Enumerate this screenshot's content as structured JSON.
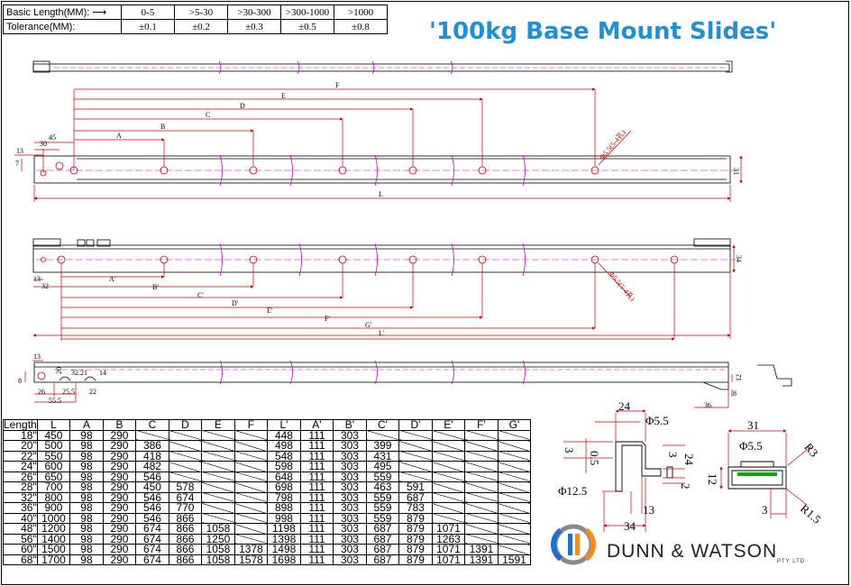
{
  "tolerance_table": {
    "basic_length_label": "Basic Length(MM):",
    "tolerance_label": "Tolerance(MM):",
    "ranges": [
      "0-5",
      ">5-30",
      ">30-300",
      ">300-1000",
      ">1000"
    ],
    "tolerances": [
      "±0.1",
      "±0.2",
      "±0.3",
      "±0.5",
      "±0.8"
    ]
  },
  "title": "'100kg Base Mount Slides'",
  "view1": {
    "dims": {
      "d13": "13",
      "d30": "30",
      "d45": "45",
      "d7": "7",
      "d31": "31"
    },
    "dim_labels": [
      "A",
      "B",
      "C",
      "D",
      "E",
      "F",
      "L"
    ],
    "hole_note": "Φ5.5(5-4孔)"
  },
  "view2": {
    "dims": {
      "d13": "13",
      "d32": "32",
      "d34": "34"
    },
    "dim_labels": [
      "A'",
      "B'",
      "C'",
      "D'",
      "E'",
      "F'",
      "G'",
      "L'"
    ],
    "hole_note": "Φ5.5(5-4孔)"
  },
  "view3": {
    "dims": [
      "13",
      "8",
      "20",
      "32.21",
      "14",
      "26",
      "25.5",
      "22",
      "55.5",
      "36",
      "12",
      "8"
    ]
  },
  "length_table": {
    "headers": [
      "Length",
      "L",
      "A",
      "B",
      "C",
      "D",
      "E",
      "F",
      "L'",
      "A'",
      "B'",
      "C'",
      "D'",
      "E'",
      "F'",
      "G'"
    ],
    "rows": [
      [
        "18\"",
        "450",
        "98",
        "290",
        "",
        "",
        "",
        "",
        "448",
        "111",
        "303",
        "",
        "",
        "",
        "",
        ""
      ],
      [
        "20\"",
        "500",
        "98",
        "290",
        "386",
        "",
        "",
        "",
        "498",
        "111",
        "303",
        "399",
        "",
        "",
        "",
        ""
      ],
      [
        "22\"",
        "550",
        "98",
        "290",
        "418",
        "",
        "",
        "",
        "548",
        "111",
        "303",
        "431",
        "",
        "",
        "",
        ""
      ],
      [
        "24\"",
        "600",
        "98",
        "290",
        "482",
        "",
        "",
        "",
        "598",
        "111",
        "303",
        "495",
        "",
        "",
        "",
        ""
      ],
      [
        "26\"",
        "650",
        "98",
        "290",
        "546",
        "",
        "",
        "",
        "648",
        "111",
        "303",
        "559",
        "",
        "",
        "",
        ""
      ],
      [
        "28\"",
        "700",
        "98",
        "290",
        "450",
        "578",
        "",
        "",
        "698",
        "111",
        "303",
        "463",
        "591",
        "",
        "",
        ""
      ],
      [
        "32\"",
        "800",
        "98",
        "290",
        "546",
        "674",
        "",
        "",
        "798",
        "111",
        "303",
        "559",
        "687",
        "",
        "",
        ""
      ],
      [
        "36\"",
        "900",
        "98",
        "290",
        "546",
        "770",
        "",
        "",
        "898",
        "111",
        "303",
        "559",
        "783",
        "",
        "",
        ""
      ],
      [
        "40\"",
        "1000",
        "98",
        "290",
        "546",
        "866",
        "",
        "",
        "998",
        "111",
        "303",
        "559",
        "879",
        "",
        "",
        ""
      ],
      [
        "48\"",
        "1200",
        "98",
        "290",
        "674",
        "866",
        "1058",
        "",
        "1198",
        "111",
        "303",
        "687",
        "879",
        "1071",
        "",
        ""
      ],
      [
        "56\"",
        "1400",
        "98",
        "290",
        "674",
        "866",
        "1250",
        "",
        "1398",
        "111",
        "303",
        "687",
        "879",
        "1263",
        "",
        ""
      ],
      [
        "60\"",
        "1500",
        "98",
        "290",
        "674",
        "866",
        "1058",
        "1378",
        "1498",
        "111",
        "303",
        "687",
        "879",
        "1071",
        "1391",
        ""
      ],
      [
        "68\"",
        "1700",
        "98",
        "290",
        "674",
        "866",
        "1058",
        "1578",
        "1698",
        "111",
        "303",
        "687",
        "879",
        "1071",
        "1391",
        "1591"
      ]
    ]
  },
  "detail_left": {
    "d24": "24",
    "phi55": "Φ5.5",
    "d3": "3",
    "d05": "0.5",
    "d3b": "3",
    "d24v": "24",
    "d2": "2",
    "phi125": "Φ12.5",
    "d13": "13",
    "d34": "34"
  },
  "detail_right": {
    "d31": "31",
    "phi55": "Φ5.5",
    "r3": "R3",
    "d12": "12",
    "d3": "3",
    "r15": "R1.5"
  },
  "brand": {
    "name": "DUNN & WATSON",
    "sub": "PTY LTD",
    "colors": {
      "blue": "#1f6fd0",
      "orange": "#f28c1e",
      "gray": "#8a8a8a"
    }
  }
}
